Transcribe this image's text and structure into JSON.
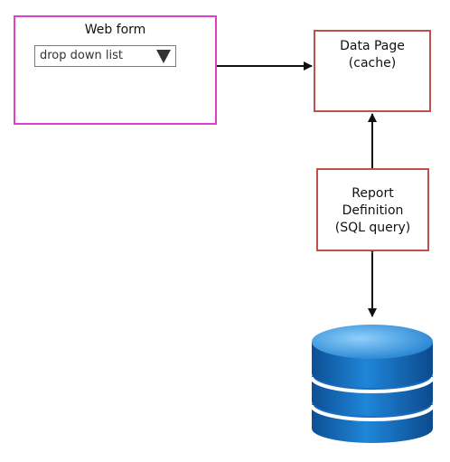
{
  "web_form": {
    "title": "Web form",
    "dropdown": {
      "value": "drop down list"
    }
  },
  "data_page": {
    "lines": [
      "Data Page",
      "(cache)"
    ]
  },
  "report_definition": {
    "lines": [
      "Report",
      "Definition",
      "(SQL query)"
    ]
  },
  "colors": {
    "web_form_border": "#e040c8",
    "box_border": "#c0504d",
    "arrow": "#111111",
    "database_blue": "#1a7bd1",
    "database_light": "#7ec3f5"
  },
  "icons": [
    "dropdown-arrow-icon",
    "database-icon"
  ]
}
